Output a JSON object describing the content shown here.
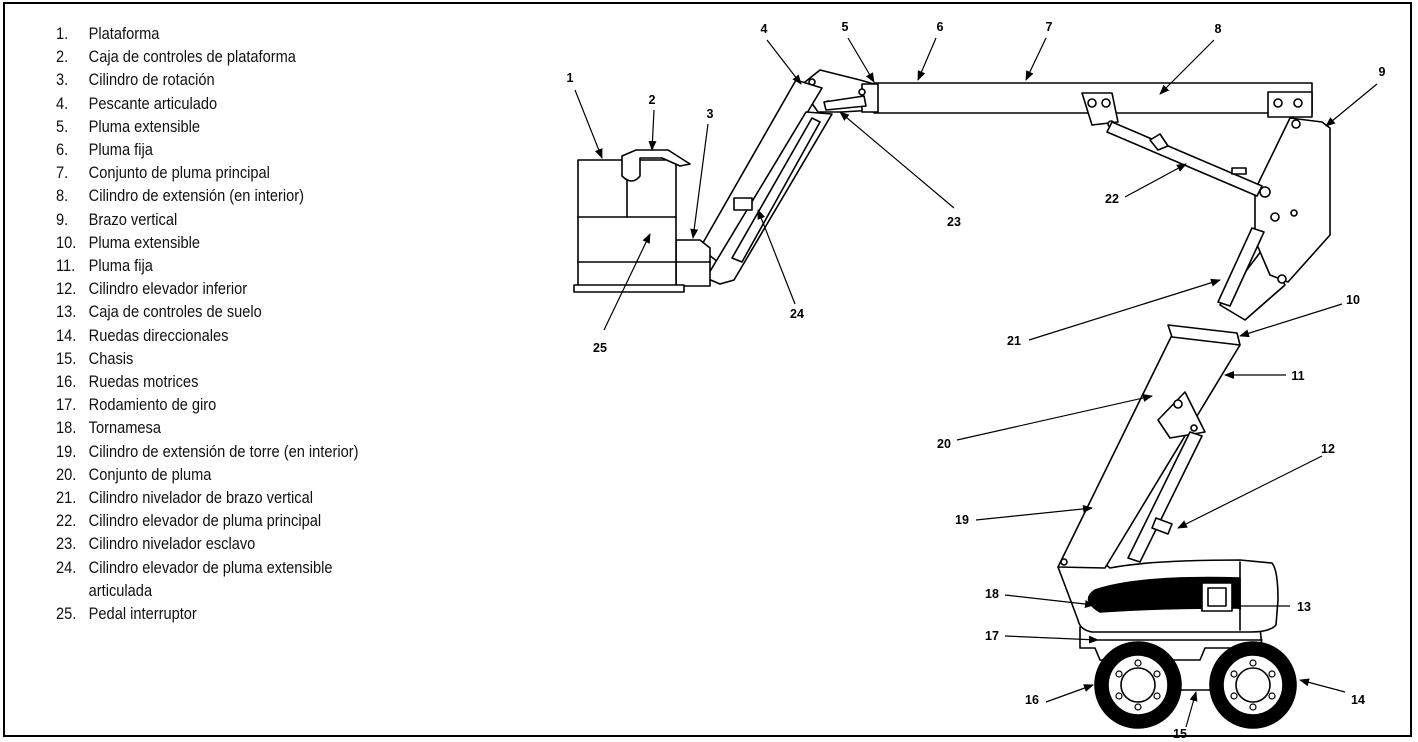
{
  "legend": [
    {
      "num": "1.",
      "text": "Plataforma"
    },
    {
      "num": "2.",
      "text": "Caja de controles de plataforma"
    },
    {
      "num": "3.",
      "text": "Cilindro de rotación"
    },
    {
      "num": "4.",
      "text": "Pescante articulado"
    },
    {
      "num": "5.",
      "text": "Pluma extensible"
    },
    {
      "num": "6.",
      "text": "Pluma fija"
    },
    {
      "num": "7.",
      "text": "Conjunto de pluma principal"
    },
    {
      "num": "8.",
      "text": "Cilindro de extensión (en interior)"
    },
    {
      "num": "9.",
      "text": "Brazo vertical"
    },
    {
      "num": "10.",
      "text": "Pluma extensible"
    },
    {
      "num": "11.",
      "text": "Pluma fija"
    },
    {
      "num": "12.",
      "text": "Cilindro elevador inferior"
    },
    {
      "num": "13.",
      "text": "Caja de controles de suelo"
    },
    {
      "num": "14.",
      "text": "Ruedas direccionales"
    },
    {
      "num": "15.",
      "text": "Chasis"
    },
    {
      "num": "16.",
      "text": "Ruedas motrices"
    },
    {
      "num": "17.",
      "text": "Rodamiento de giro"
    },
    {
      "num": "18.",
      "text": "Tornamesa"
    },
    {
      "num": "19.",
      "text": "Cilindro de extensión de torre (en interior)"
    },
    {
      "num": "20.",
      "text": "Conjunto de pluma"
    },
    {
      "num": "21.",
      "text": "Cilindro nivelador de brazo vertical"
    },
    {
      "num": "22.",
      "text": "Cilindro elevador de pluma principal"
    },
    {
      "num": "23.",
      "text": "Cilindro nivelador esclavo"
    },
    {
      "num": "24.",
      "text": "Cilindro elevador de pluma extensible\narticulada"
    },
    {
      "num": "25.",
      "text": "Pedal interruptor"
    }
  ],
  "callouts": {
    "c1": "1",
    "c2": "2",
    "c3": "3",
    "c4": "4",
    "c5": "5",
    "c6": "6",
    "c7": "7",
    "c8": "8",
    "c9": "9",
    "c10": "10",
    "c11": "11",
    "c12": "12",
    "c13": "13",
    "c14": "14",
    "c15": "15",
    "c16": "16",
    "c17": "17",
    "c18": "18",
    "c19": "19",
    "c20": "20",
    "c21": "21",
    "c22": "22",
    "c23": "23",
    "c24": "24",
    "c25": "25"
  }
}
